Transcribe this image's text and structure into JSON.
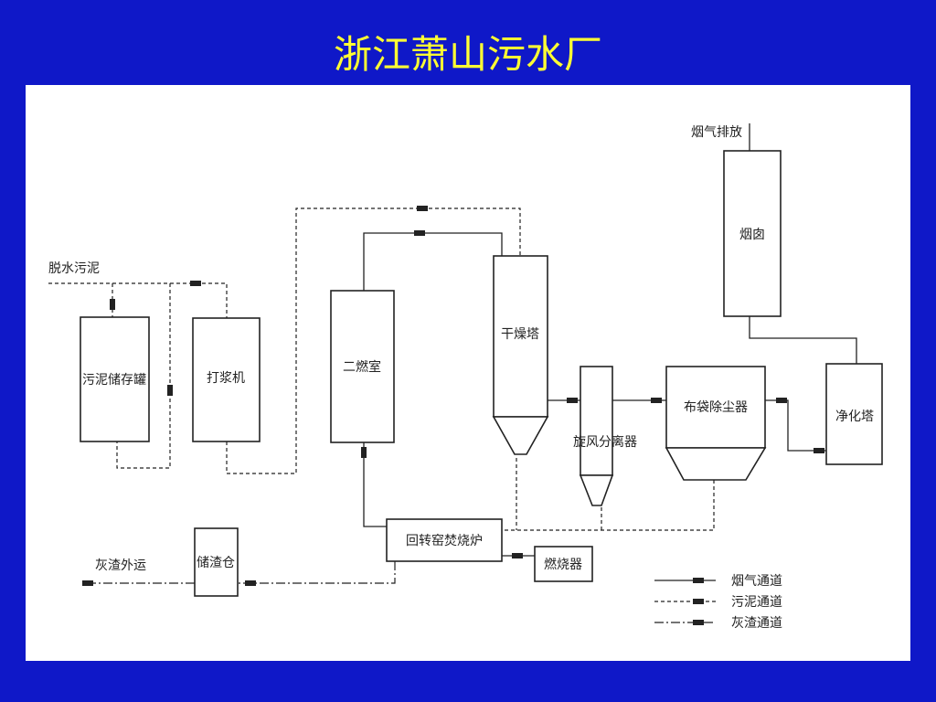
{
  "title": "浙江萧山污水厂",
  "units": {
    "sludge_tank": "污泥储存罐",
    "pulper": "打浆机",
    "secondary_chamber": "二燃室",
    "dryer_tower": "干燥塔",
    "cyclone": "旋风分离器",
    "bag_filter": "布袋除尘器",
    "purifier_tower": "净化塔",
    "chimney": "烟囱",
    "rotary_kiln": "回转窑焚烧炉",
    "burner": "燃烧器",
    "storage_bin": "储渣仓"
  },
  "flow_labels": {
    "dewatered_sludge": "脱水污泥",
    "flue_gas_exhaust": "烟气排放",
    "ash_out": "灰渣外运"
  },
  "legend": [
    {
      "style": "solid",
      "label": "烟气通道"
    },
    {
      "style": "dashed",
      "label": "污泥通道"
    },
    {
      "style": "dash-dot",
      "label": "灰渣通道"
    }
  ]
}
